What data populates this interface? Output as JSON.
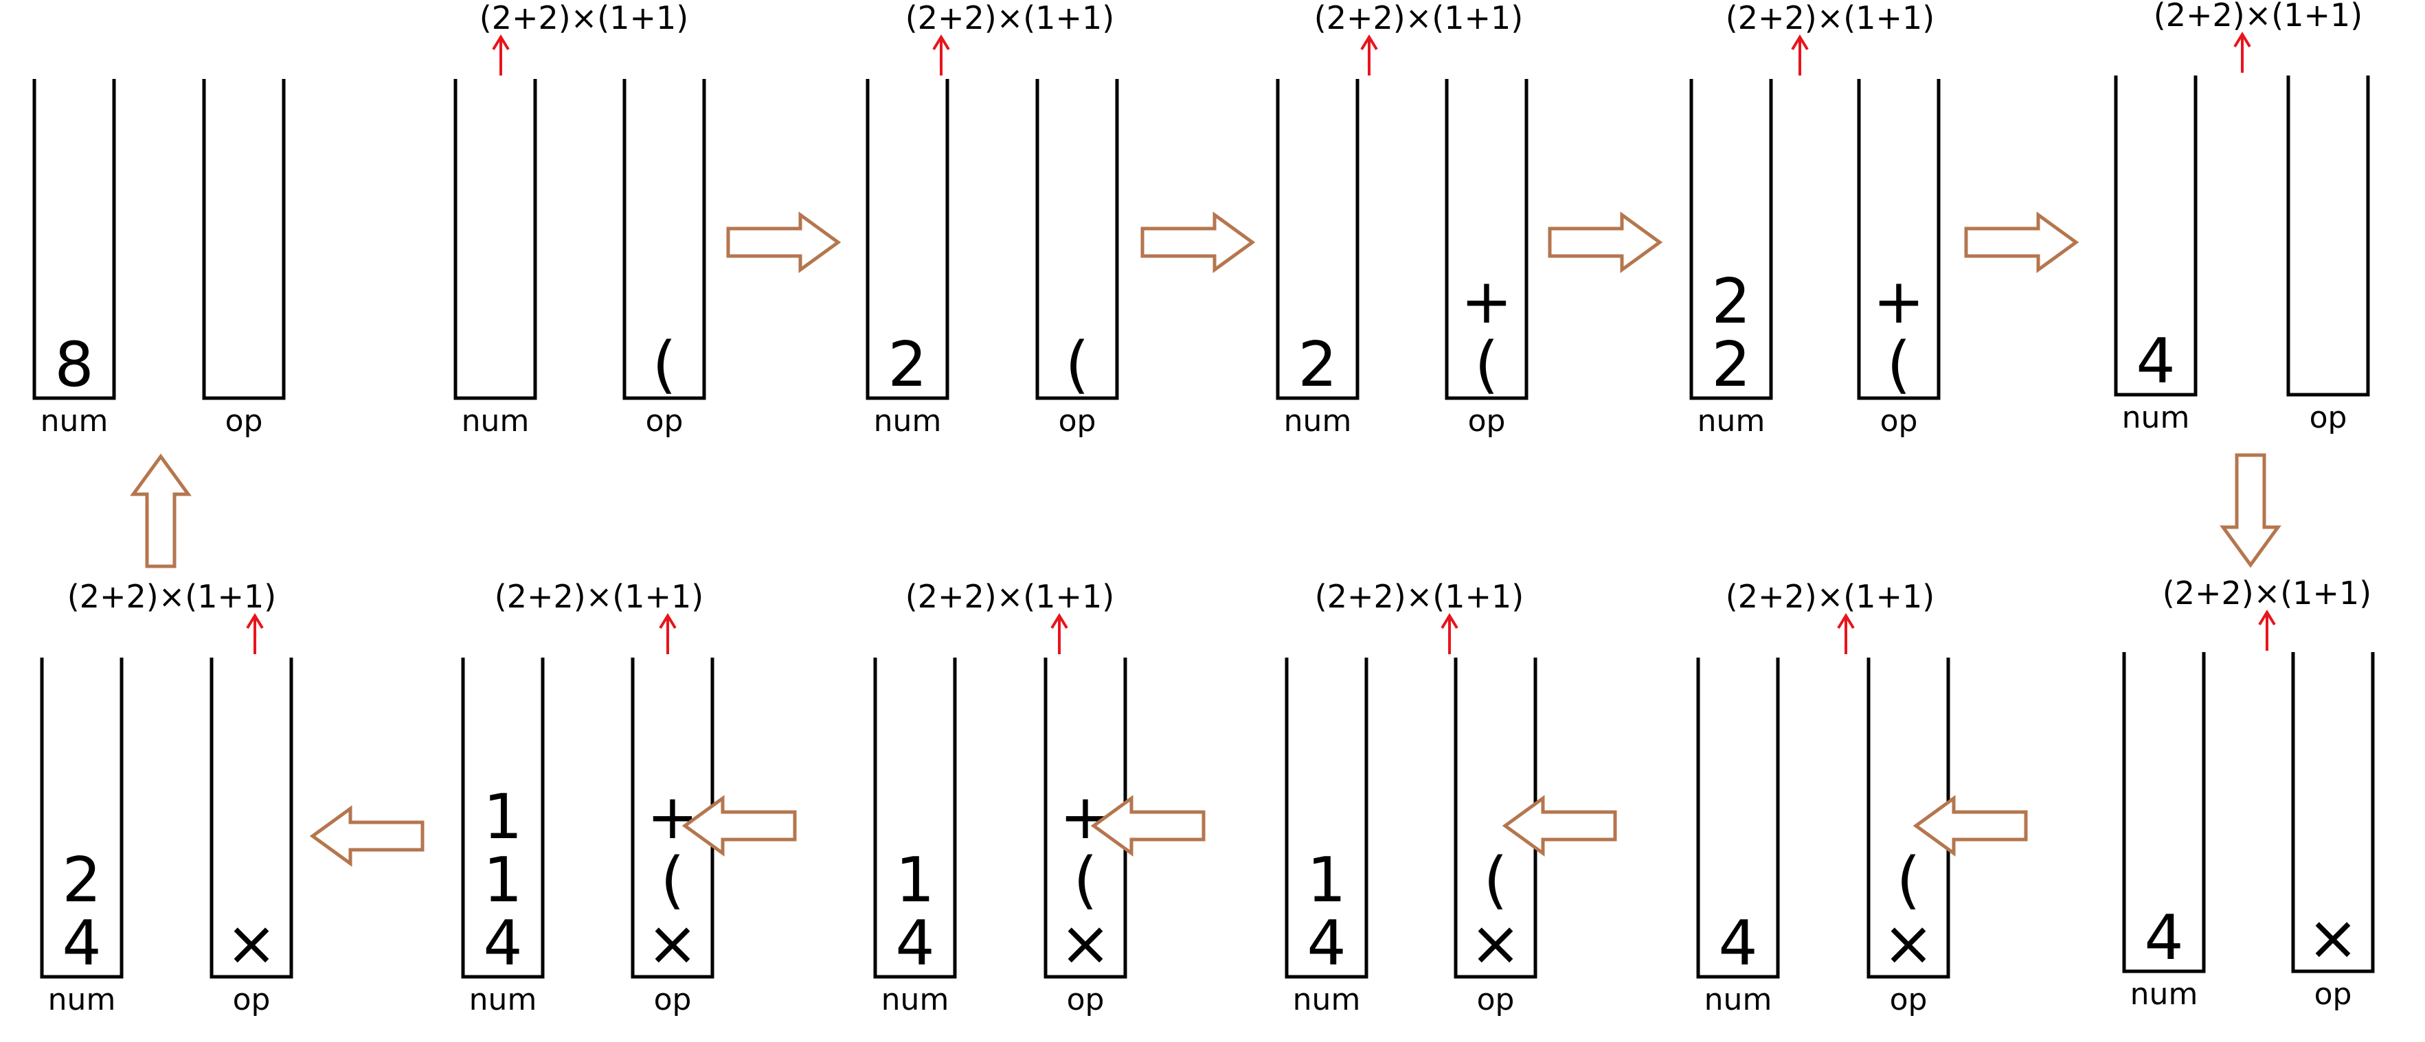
{
  "colors": {
    "stack_border": "#000000",
    "pointer": "#e8141c",
    "flow_arrow": "#b5764e",
    "background": "#ffffff"
  },
  "labels": {
    "num": "num",
    "op": "op"
  },
  "steps": [
    {
      "expr": "",
      "pointer_char_index": null,
      "num": [
        "8"
      ],
      "op": []
    },
    {
      "expr": "(2+2)×(1+1)",
      "pointer_char_index": 0,
      "num": [],
      "op": [
        "("
      ]
    },
    {
      "expr": "(2+2)×(1+1)",
      "pointer_char_index": 1,
      "num": [
        "2"
      ],
      "op": [
        "("
      ]
    },
    {
      "expr": "(2+2)×(1+1)",
      "pointer_char_index": 2,
      "num": [
        "2"
      ],
      "op": [
        "(",
        "+"
      ]
    },
    {
      "expr": "(2+2)×(1+1)",
      "pointer_char_index": 3,
      "num": [
        "2",
        "2"
      ],
      "op": [
        "(",
        "+"
      ]
    },
    {
      "expr": "(2+2)×(1+1)",
      "pointer_char_index": 4,
      "num": [
        "4"
      ],
      "op": []
    },
    {
      "expr": "(2+2)×(1+1)",
      "pointer_char_index": 5,
      "num": [
        "4"
      ],
      "op": [
        "×"
      ]
    },
    {
      "expr": "(2+2)×(1+1)",
      "pointer_char_index": 6,
      "num": [
        "4"
      ],
      "op": [
        "×",
        "("
      ]
    },
    {
      "expr": "(2+2)×(1+1)",
      "pointer_char_index": 7,
      "num": [
        "4",
        "1"
      ],
      "op": [
        "×",
        "("
      ]
    },
    {
      "expr": "(2+2)×(1+1)",
      "pointer_char_index": 8,
      "num": [
        "4",
        "1"
      ],
      "op": [
        "×",
        "(",
        "+"
      ]
    },
    {
      "expr": "(2+2)×(1+1)",
      "pointer_char_index": 9,
      "num": [
        "4",
        "1",
        "1"
      ],
      "op": [
        "×",
        "(",
        "+"
      ]
    },
    {
      "expr": "(2+2)×(1+1)",
      "pointer_char_index": 10,
      "num": [
        "4",
        "2"
      ],
      "op": [
        "×"
      ]
    }
  ],
  "flow": [
    "right",
    "right",
    "right",
    "right",
    "right",
    "down",
    "left",
    "left",
    "left",
    "left",
    "left",
    "up"
  ]
}
